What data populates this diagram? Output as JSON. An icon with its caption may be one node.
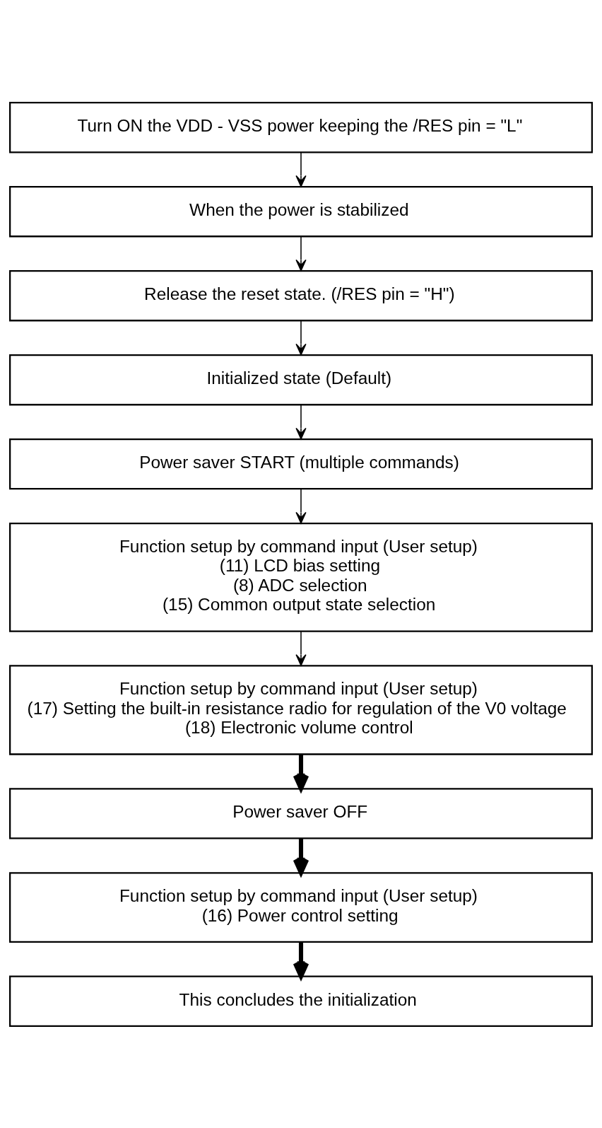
{
  "diagram": {
    "nodes": [
      {
        "text": [
          "Turn ON the VDD - VSS power keeping the /RES pin = \"L\""
        ]
      },
      {
        "text": [
          "When the power is stabilized"
        ]
      },
      {
        "text": [
          "Release the reset state. (/RES pin = \"H\")"
        ]
      },
      {
        "text": [
          "Initialized state (Default)"
        ]
      },
      {
        "text": [
          "Power saver START (multiple commands)"
        ]
      },
      {
        "text": [
          "Function setup by command input (User setup)",
          "(11) LCD bias setting",
          "(8) ADC selection",
          "(15) Common output state selection"
        ]
      },
      {
        "text": [
          "Function setup by command input (User setup)",
          "(17) Setting the built-in resistance radio for regulation of the V0 voltage",
          "(18) Electronic volume control"
        ]
      },
      {
        "text": [
          "Power saver OFF"
        ]
      },
      {
        "text": [
          "Function setup by command input (User setup)",
          "(16) Power control setting"
        ]
      },
      {
        "text": [
          "This concludes the initialization"
        ]
      }
    ],
    "edges": [
      {
        "from": 0,
        "to": 1,
        "arrow": "to"
      },
      {
        "from": 1,
        "to": 2,
        "arrow": "to"
      },
      {
        "from": 2,
        "to": 3,
        "arrow": "to"
      },
      {
        "from": 3,
        "to": 4,
        "arrow": "to"
      },
      {
        "from": 4,
        "to": 5,
        "arrow": "to"
      },
      {
        "from": 5,
        "to": 6,
        "arrow": "to"
      },
      {
        "from": 6,
        "to": 7,
        "arrow": "to",
        "style": "thick"
      },
      {
        "from": 7,
        "to": 8,
        "arrow": "to",
        "style": "thick"
      },
      {
        "from": 8,
        "to": 9,
        "arrow": "to",
        "style": "thick"
      }
    ]
  }
}
